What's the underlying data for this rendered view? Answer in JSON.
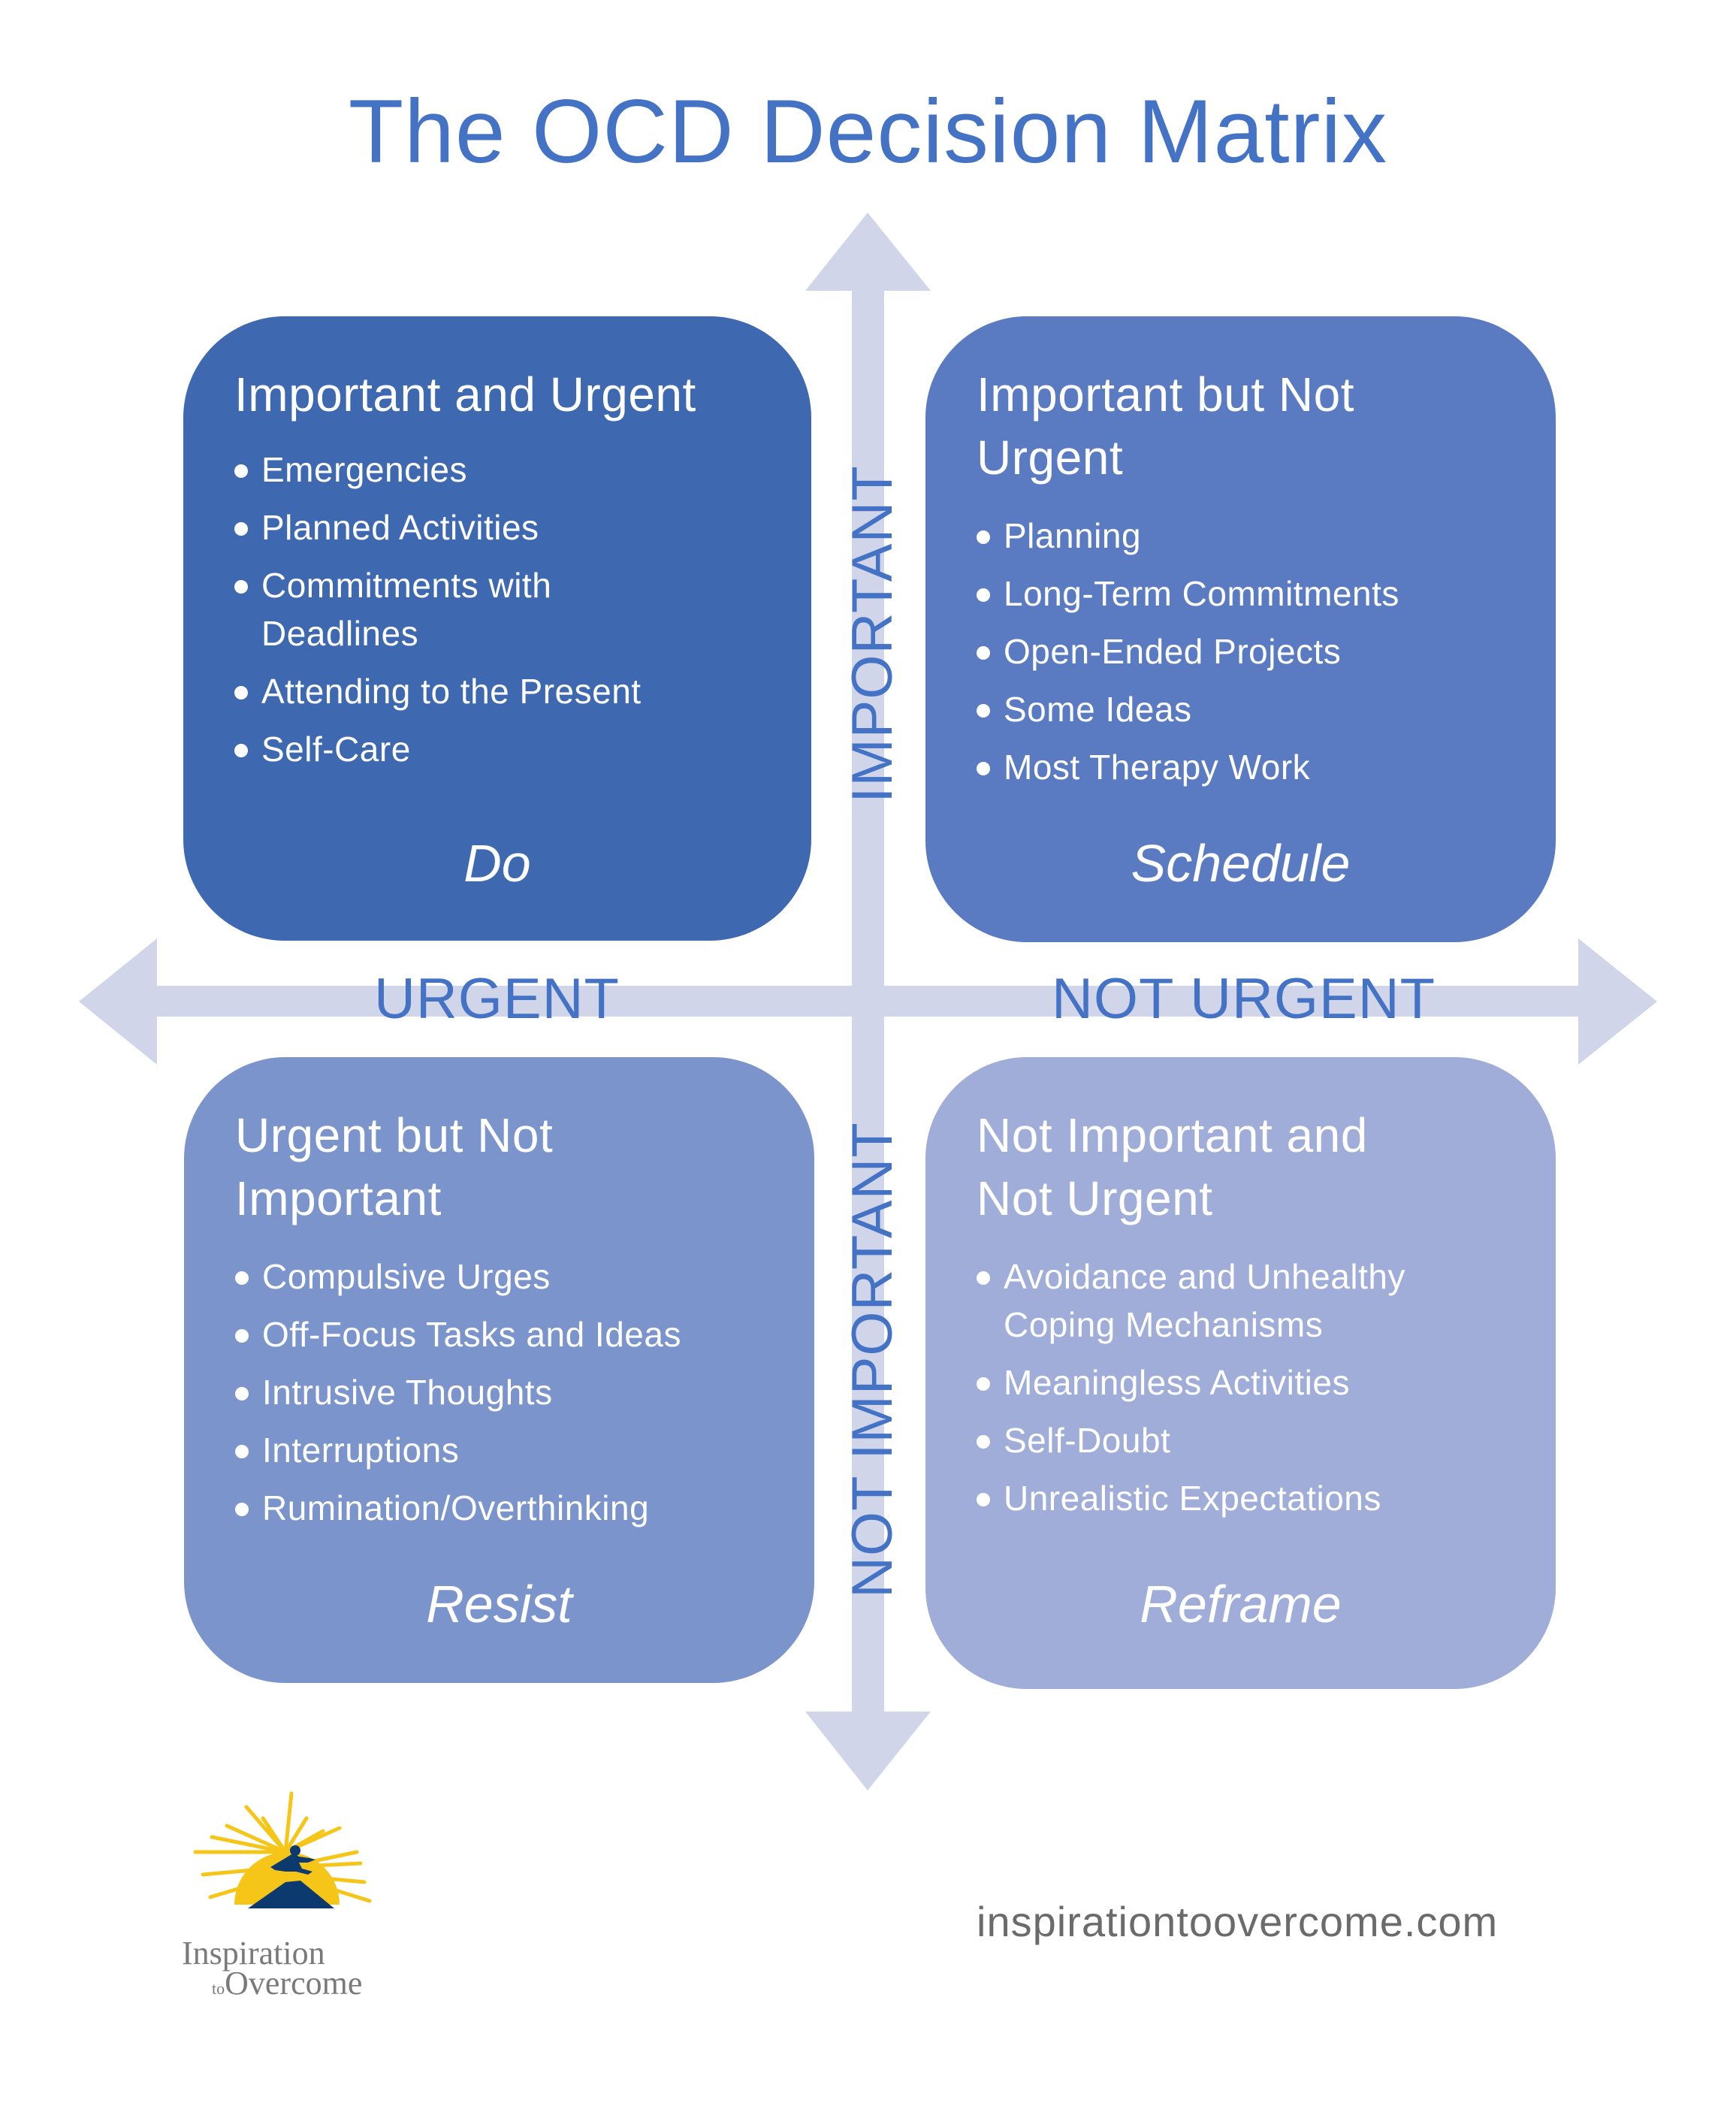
{
  "title": "The OCD Decision Matrix",
  "colors": {
    "title": "#4472C4",
    "arrow": "#D0D5EA",
    "quadrant_important_urgent": "#3E68B0",
    "quadrant_important_not_urgent": "#5A7BC2",
    "quadrant_urgent_not_important": "#7B94CB",
    "quadrant_not_important_not_urgent": "#9FADD8",
    "logo_sun": "#F5C518",
    "logo_mountain": "#0D3A6E"
  },
  "axes": {
    "top": "IMPORTANT",
    "bottom": "NOT IMPORTANT",
    "left": "URGENT",
    "right": "NOT URGENT"
  },
  "quadrants": [
    {
      "id": "important-urgent",
      "title": "Important and Urgent",
      "items": [
        "Emergencies",
        "Planned Activities",
        "Commitments with Deadlines",
        "Attending to the Present",
        "Self-Care"
      ],
      "action": "Do"
    },
    {
      "id": "important-not-urgent",
      "title": "Important but Not Urgent",
      "items": [
        "Planning",
        "Long-Term Commitments",
        "Open-Ended Projects",
        "Some Ideas",
        "Most Therapy Work"
      ],
      "action": "Schedule"
    },
    {
      "id": "urgent-not-important",
      "title": "Urgent but Not Important",
      "items": [
        "Compulsive Urges",
        "Off-Focus Tasks and Ideas",
        "Intrusive Thoughts",
        "Interruptions",
        "Rumination/Overthinking"
      ],
      "action": "Resist"
    },
    {
      "id": "not-important-not-urgent",
      "title": "Not Important and Not Urgent",
      "items": [
        "Avoidance and Unhealthy Coping Mechanisms",
        "Meaningless Activities",
        "Self-Doubt",
        "Unrealistic Expectations"
      ],
      "action": "Reframe"
    }
  ],
  "footer": {
    "logo_line1": "Inspiration",
    "logo_line2_small": "to",
    "logo_line2": "Overcome",
    "url": "inspirationtoovercome.com"
  }
}
